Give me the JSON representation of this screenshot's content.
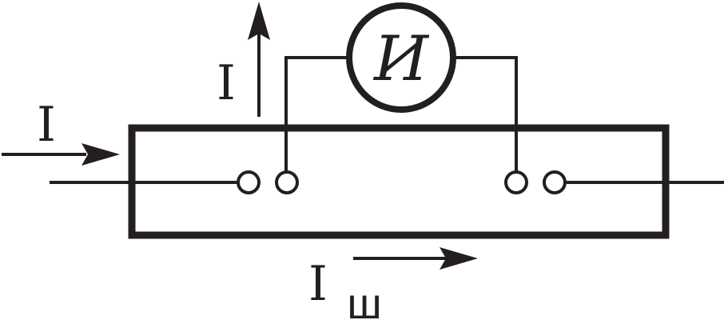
{
  "labels": {
    "input_current": "I",
    "meter_current": "I",
    "meter_symbol": "И",
    "shunt_current_main": "I",
    "shunt_current_subscript": "ш"
  },
  "colors": {
    "ink": "#231f20",
    "background": "#ffffff"
  }
}
